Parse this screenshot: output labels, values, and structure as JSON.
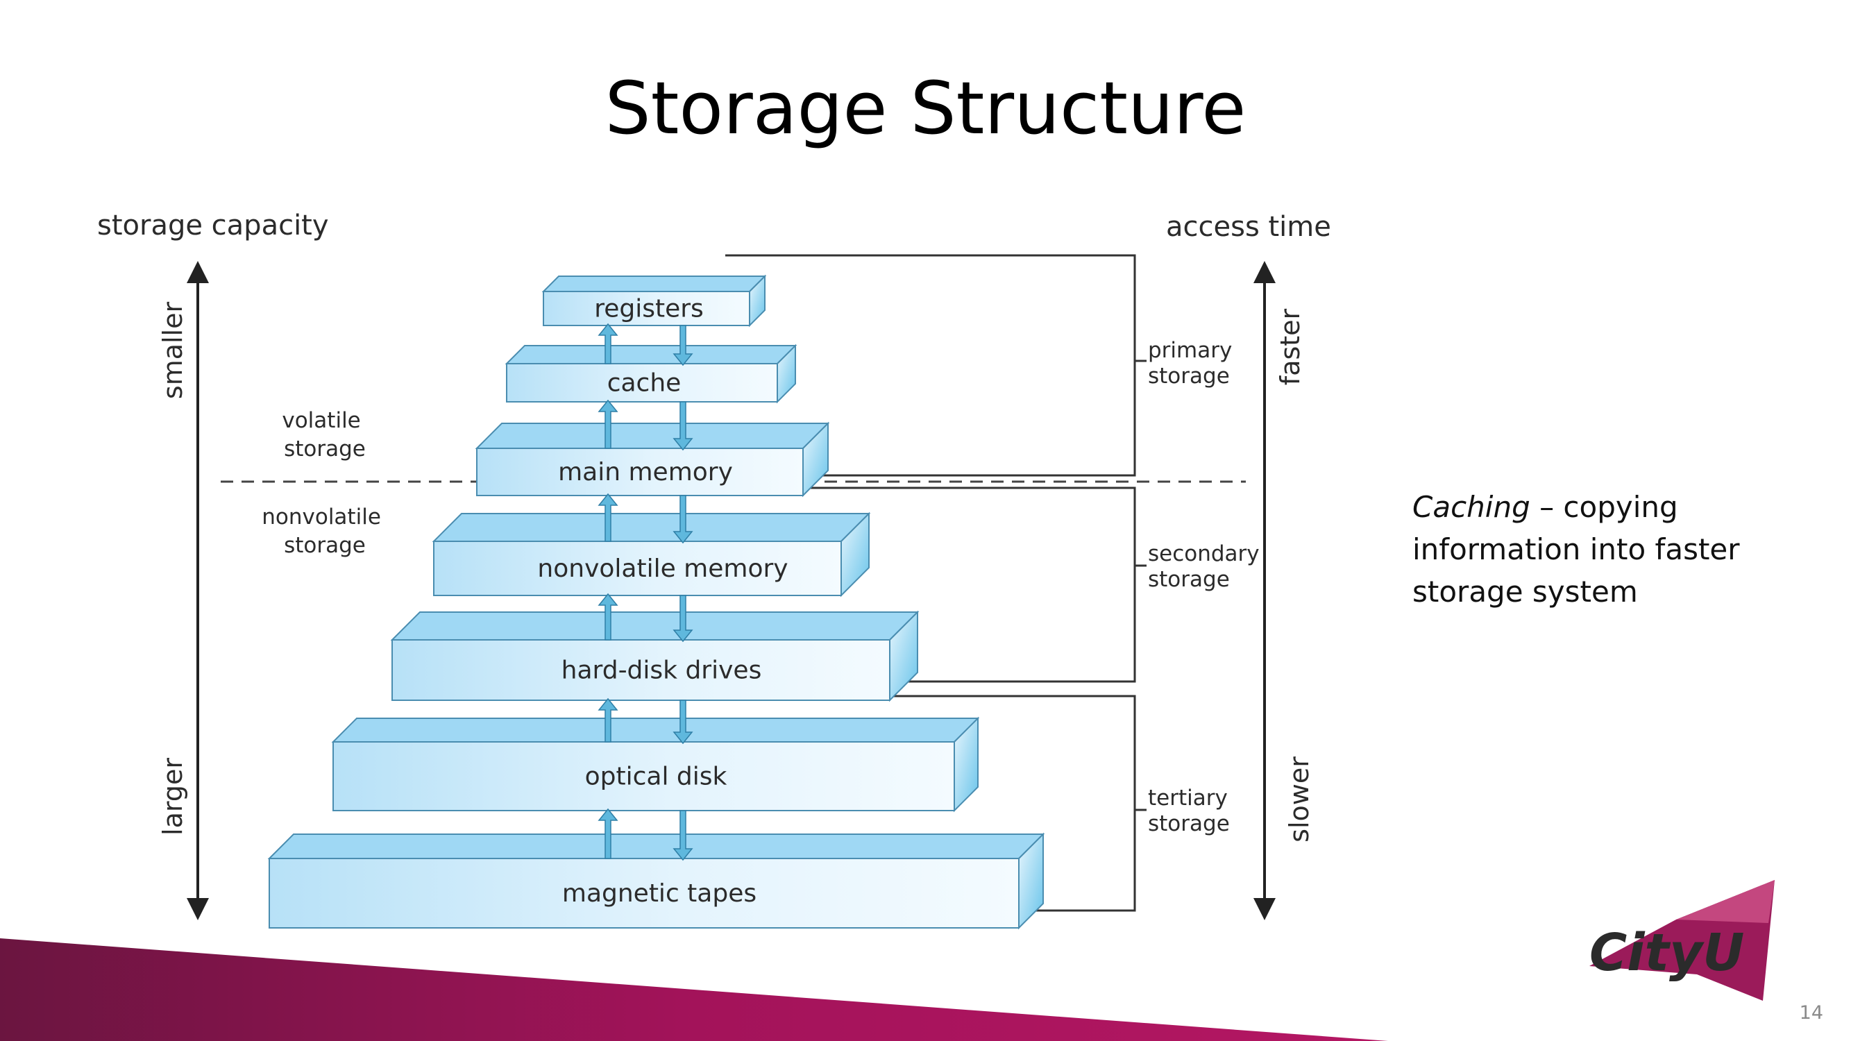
{
  "title": "Storage Structure",
  "left_axis": {
    "heading": "storage capacity",
    "top_label": "smaller",
    "bottom_label": "larger"
  },
  "right_axis": {
    "heading": "access time",
    "top_label": "faster",
    "bottom_label": "slower"
  },
  "volatility": {
    "volatile": [
      "volatile",
      "storage"
    ],
    "nonvolatile": [
      "nonvolatile",
      "storage"
    ]
  },
  "levels": [
    "registers",
    "cache",
    "main memory",
    "nonvolatile memory",
    "hard-disk drives",
    "optical disk",
    "magnetic tapes"
  ],
  "storage_groups": {
    "primary": [
      "primary",
      "storage"
    ],
    "secondary": [
      "secondary",
      "storage"
    ],
    "tertiary": [
      "tertiary",
      "storage"
    ]
  },
  "caption": {
    "term": "Caching",
    "text": " – copying information into faster storage system"
  },
  "logo": {
    "text": "CityU",
    "color": "#9b1b5a"
  },
  "page_number": "14",
  "colors": {
    "box_light": "#eaf6fd",
    "box_dark": "#b3dff6",
    "arrow": "#5fb8dd",
    "ribbon": "#b0145f"
  }
}
